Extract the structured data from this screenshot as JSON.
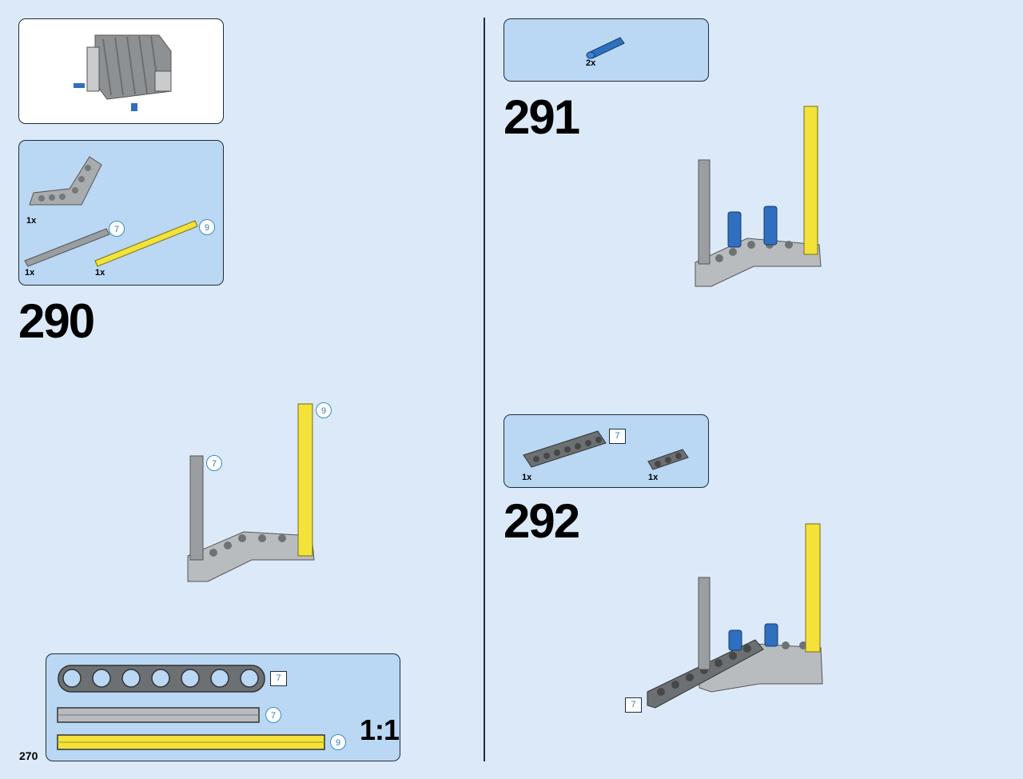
{
  "page": {
    "number": "270"
  },
  "colors": {
    "background": "#dce9f8",
    "panel": "#bad7f4",
    "border": "#1f2d3a",
    "accent_blue": "#3b8ec4",
    "yellow": "#f2e23a",
    "gray": "#9b9ea1",
    "dark_gray": "#6d7072"
  },
  "steps": [
    {
      "number": "290",
      "parts": [
        {
          "qty": "1x"
        },
        {
          "qty": "1x",
          "length": "7"
        },
        {
          "qty": "1x",
          "length": "9"
        }
      ],
      "callouts": [
        "9",
        "7"
      ]
    },
    {
      "number": "291",
      "parts": [
        {
          "qty": "2x"
        }
      ]
    },
    {
      "number": "292",
      "parts": [
        {
          "qty": "1x",
          "length": "7"
        },
        {
          "qty": "1x"
        }
      ],
      "callouts": [
        "7"
      ]
    }
  ],
  "scale_panel": {
    "label": "1:1",
    "items": [
      {
        "length": "7"
      },
      {
        "length": "7"
      },
      {
        "length": "9"
      }
    ]
  },
  "icons": [
    "bent-beam-icon",
    "gray-axle-icon",
    "yellow-axle-icon",
    "blue-pin-icon",
    "straight-beam-icon",
    "short-beam-icon"
  ]
}
